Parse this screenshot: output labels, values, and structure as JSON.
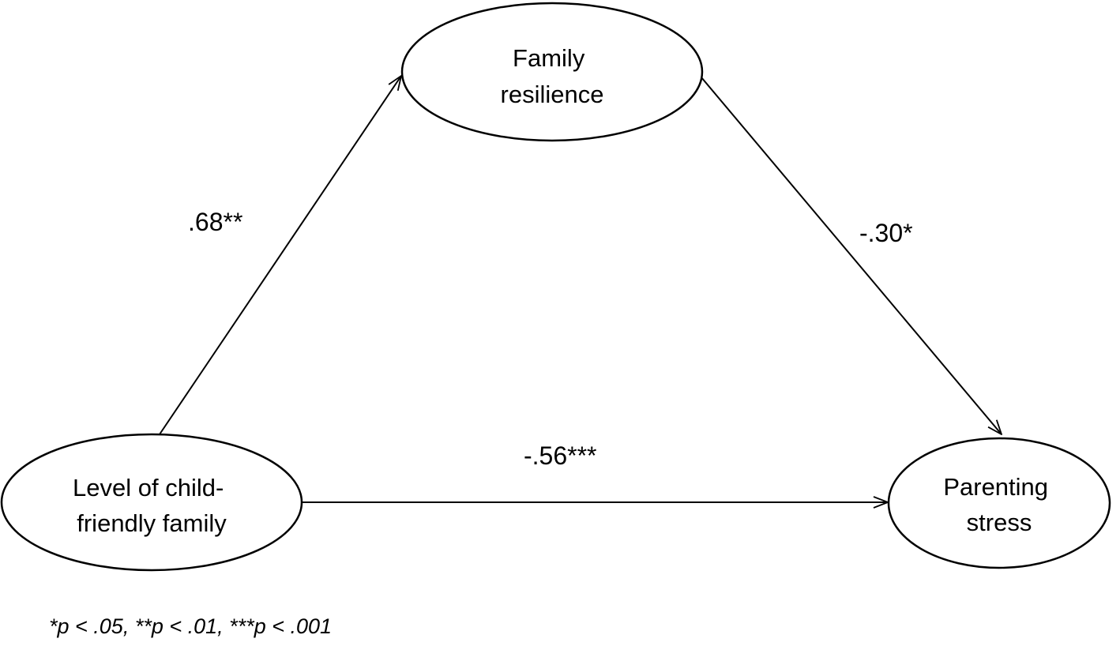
{
  "nodes": {
    "mediator": {
      "lines": [
        "Family",
        "resilience"
      ]
    },
    "predictor": {
      "lines": [
        "Level of child-",
        "friendly family"
      ]
    },
    "outcome": {
      "lines": [
        "Parenting",
        "stress"
      ]
    }
  },
  "paths": {
    "a": {
      "from": "predictor",
      "to": "mediator",
      "coefficient": ".68**"
    },
    "b": {
      "from": "mediator",
      "to": "outcome",
      "coefficient": "-.30*"
    },
    "c": {
      "from": "predictor",
      "to": "outcome",
      "coefficient": "-.56***"
    }
  },
  "footnote": "*p < .05, **p < .01, ***p < .001"
}
